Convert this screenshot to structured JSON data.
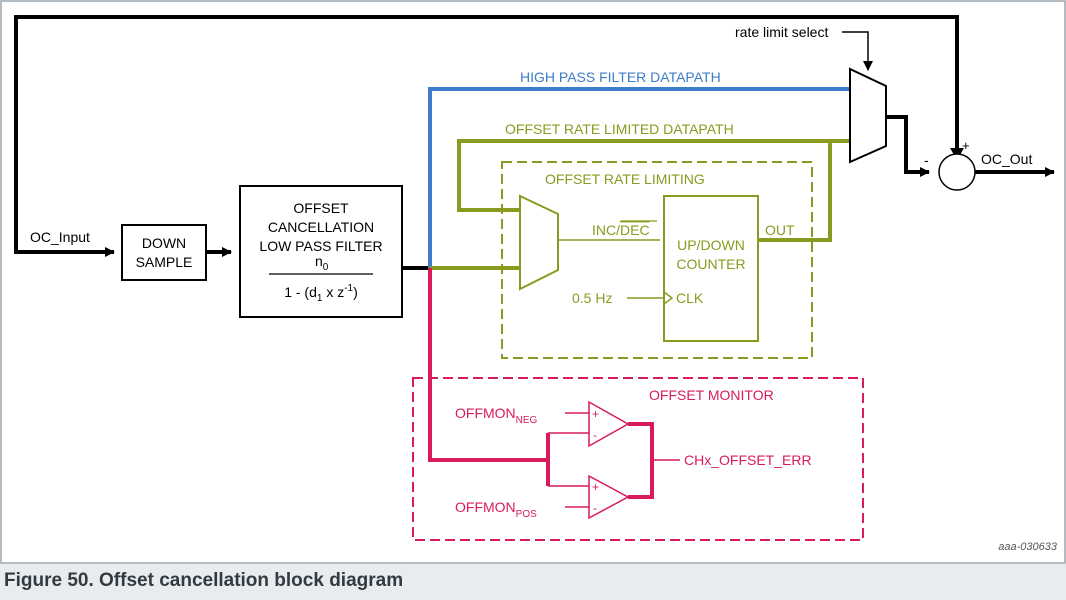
{
  "diagram": {
    "labels": {
      "rate_limit_select": "rate limit select",
      "high_pass_path": "HIGH PASS FILTER DATAPATH",
      "offset_rate_limited_path": "OFFSET RATE LIMITED DATAPATH",
      "offset_rate_limiting": "OFFSET RATE LIMITING",
      "oc_input": "OC_Input",
      "oc_out": "OC_Out",
      "plus_sign": "+",
      "minus_sign": "-",
      "inc_dec_prefix": "INC/",
      "inc_dec_overline": "DEC",
      "out": "OUT",
      "clk_freq": "0.5 Hz",
      "clk": "CLK",
      "offset_monitor": "OFFSET MONITOR",
      "offmon_neg_main": "OFFMON",
      "offmon_neg_sub": "NEG",
      "offmon_pos_main": "OFFMON",
      "offmon_pos_sub": "POS",
      "offset_err": "CHx_OFFSET_ERR",
      "ref_id": "aaa-030633"
    },
    "blocks": {
      "down_sample": [
        "DOWN",
        "SAMPLE"
      ],
      "lpf_title": [
        "OFFSET",
        "CANCELLATION",
        "LOW PASS FILTER"
      ],
      "lpf_numerator": "n",
      "lpf_numerator_sub": "0",
      "lpf_den_a": "1 - (d",
      "lpf_den_sub": "1",
      "lpf_den_b": " x z",
      "lpf_den_sup": "-1",
      "lpf_den_c": ")",
      "counter": [
        "UP/DOWN",
        "COUNTER"
      ]
    },
    "colors": {
      "black": "#000000",
      "blue": "#3d7cc9",
      "olive": "#8a9a1e",
      "crimson": "#d91b5c"
    }
  },
  "caption": "Figure 50.  Offset cancellation block diagram"
}
